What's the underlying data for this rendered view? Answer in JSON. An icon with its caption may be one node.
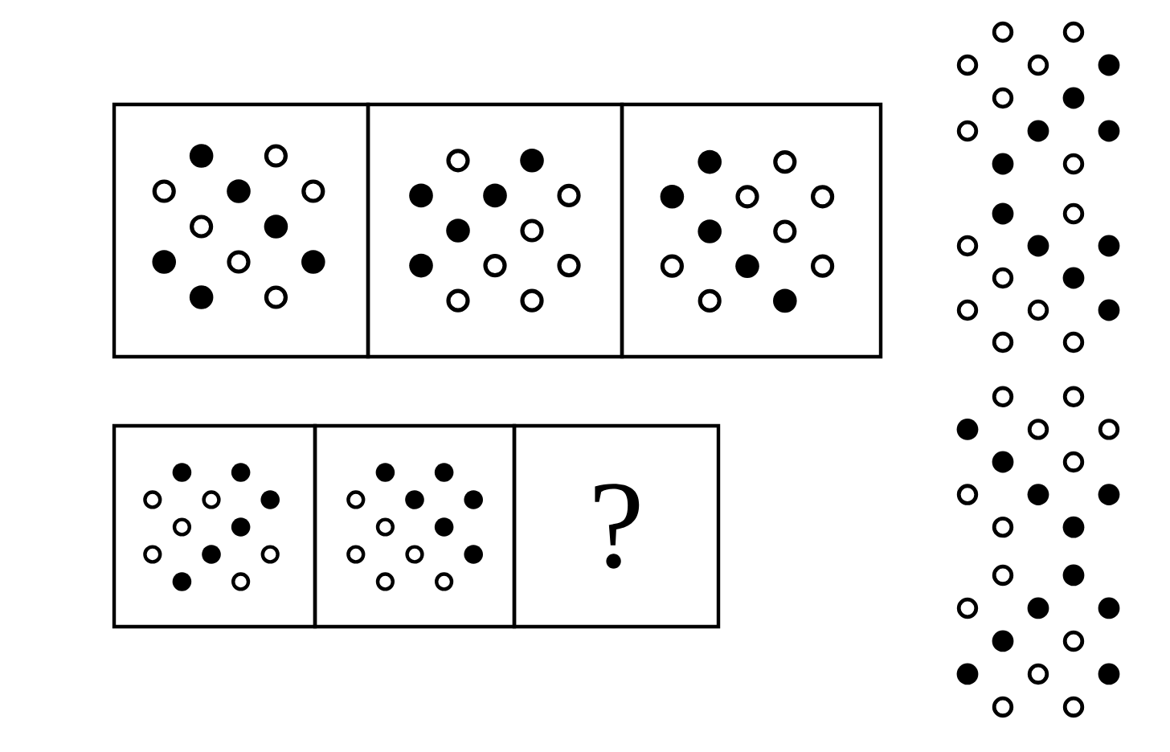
{
  "diagram": {
    "nodes": [
      {
        "text": [],
        "shape": "box"
      },
      {
        "text": [],
        "shape": "box"
      },
      {
        "text": [],
        "shape": "box"
      },
      {
        "text": [],
        "shape": "box"
      },
      {
        "text": [],
        "shape": "box"
      },
      {
        "text": [
          "?"
        ]
      }
    ]
  }
}
